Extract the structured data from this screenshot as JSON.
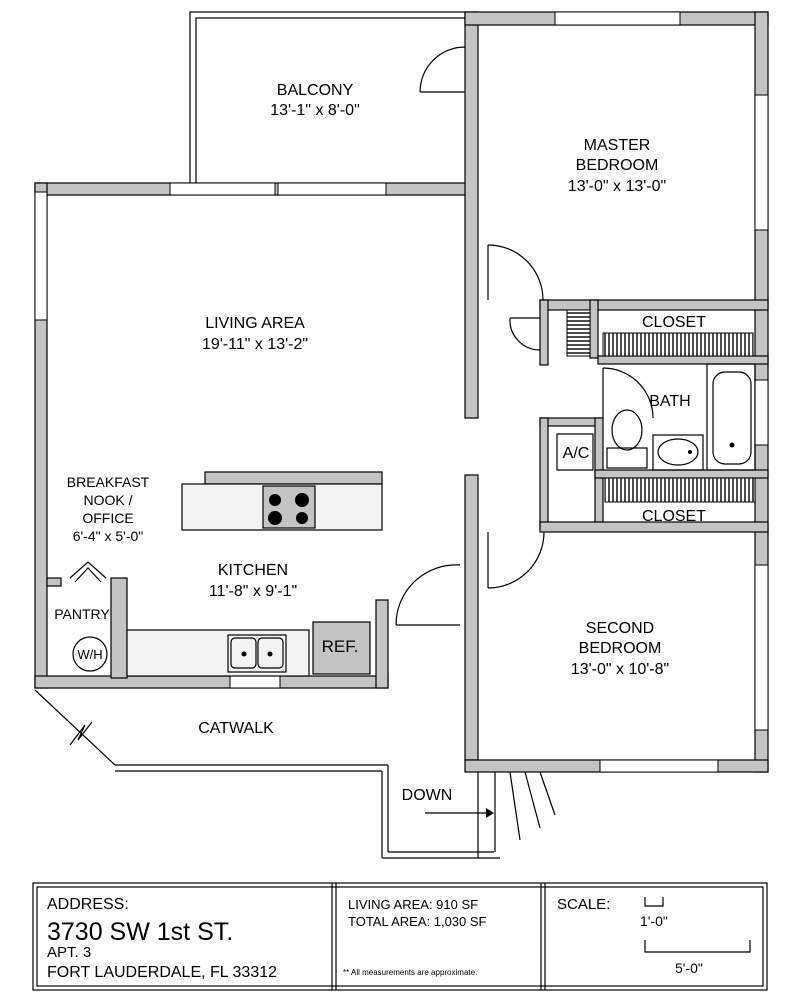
{
  "rooms": {
    "balcony": {
      "name": "BALCONY",
      "size": "13'-1\" x 8'-0\""
    },
    "master_bedroom": {
      "name1": "MASTER",
      "name2": "BEDROOM",
      "size": "13'-0\" x 13'-0\""
    },
    "living_area": {
      "name": "LIVING AREA",
      "size": "19'-11\" x 13'-2\""
    },
    "closet_master": {
      "name": "CLOSET"
    },
    "bath": {
      "name": "BATH"
    },
    "ac": {
      "name": "A/C"
    },
    "closet_second": {
      "name": "CLOSET"
    },
    "breakfast_nook": {
      "name1": "BREAKFAST",
      "name2": "NOOK  /",
      "name3": "OFFICE",
      "size": "6'-4\" x 5'-0\""
    },
    "kitchen": {
      "name": "KITCHEN",
      "size": "11'-8\" x 9'-1\""
    },
    "pantry": {
      "name": "PANTRY",
      "water_heater": "W/H"
    },
    "refrigerator": {
      "name": "REF."
    },
    "second_bedroom": {
      "name1": "SECOND",
      "name2": "BEDROOM",
      "size": "13'-0\" x 10'-8\""
    },
    "catwalk": {
      "name": "CATWALK"
    },
    "stairs": {
      "label": "DOWN"
    }
  },
  "title_block": {
    "address_label": "ADDRESS:",
    "street": "3730 SW 1st ST.",
    "unit": "APT. 3",
    "city": "FORT LAUDERDALE, FL 33312",
    "living_area": "LIVING AREA:  910 SF",
    "total_area": "TOTAL AREA:  1,030 SF",
    "note": "**  All measurements are approximate.",
    "scale_label": "SCALE:",
    "scale_small": "1'-0\"",
    "scale_large": "5'-0\""
  },
  "colors": {
    "wall": "#c4c4c4",
    "line": "#000000"
  }
}
